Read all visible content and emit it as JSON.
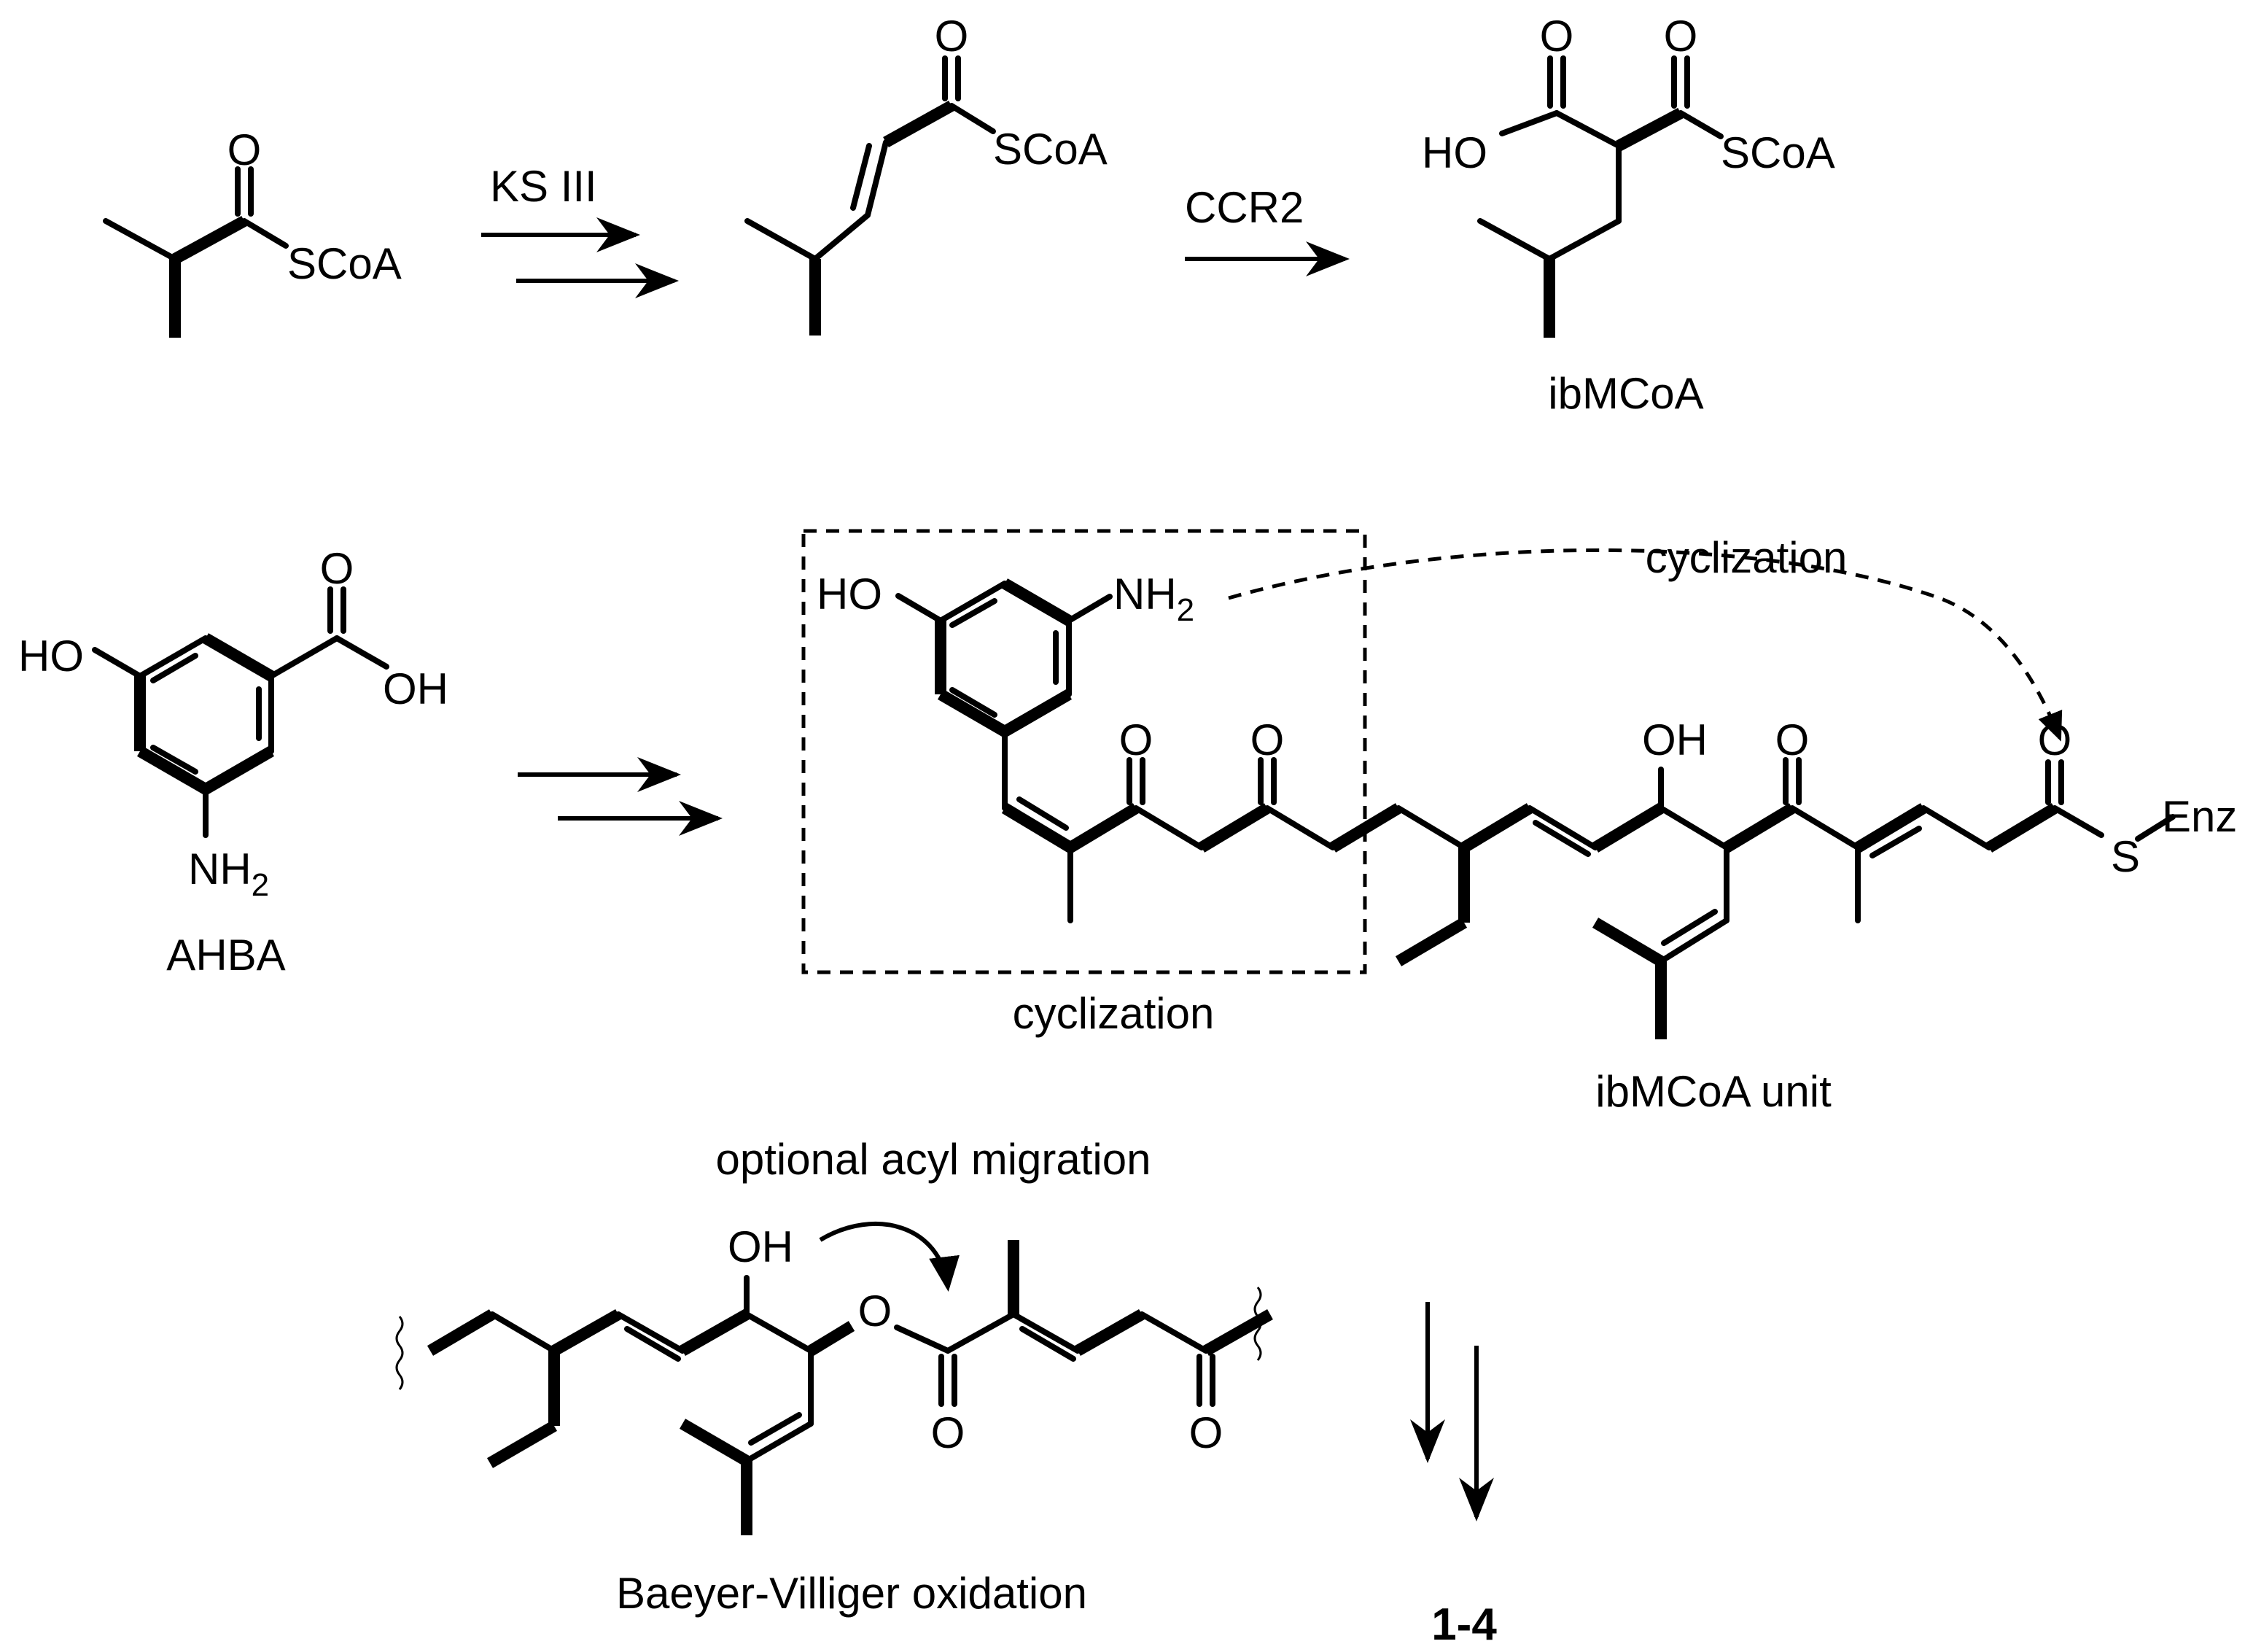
{
  "atoms": {
    "O": "O",
    "SCoA": "SCoA",
    "HO": "HO",
    "OH": "OH",
    "NH": "NH",
    "two": "2",
    "S": "S",
    "Enz": "Enz"
  },
  "reagents": {
    "ks3": "KS III",
    "ccr2": "CCR2"
  },
  "labels": {
    "ibmcoa": "ibMCoA",
    "ahba": "AHBA",
    "cyclization_box": "cyclization",
    "cyclization_arrow": "cyclization",
    "ibmcoa_unit": "ibMCoA unit",
    "acyl_migration": "optional acyl migration",
    "baeyer_villiger": "Baeyer-Villiger oxidation",
    "product": "1-4"
  }
}
